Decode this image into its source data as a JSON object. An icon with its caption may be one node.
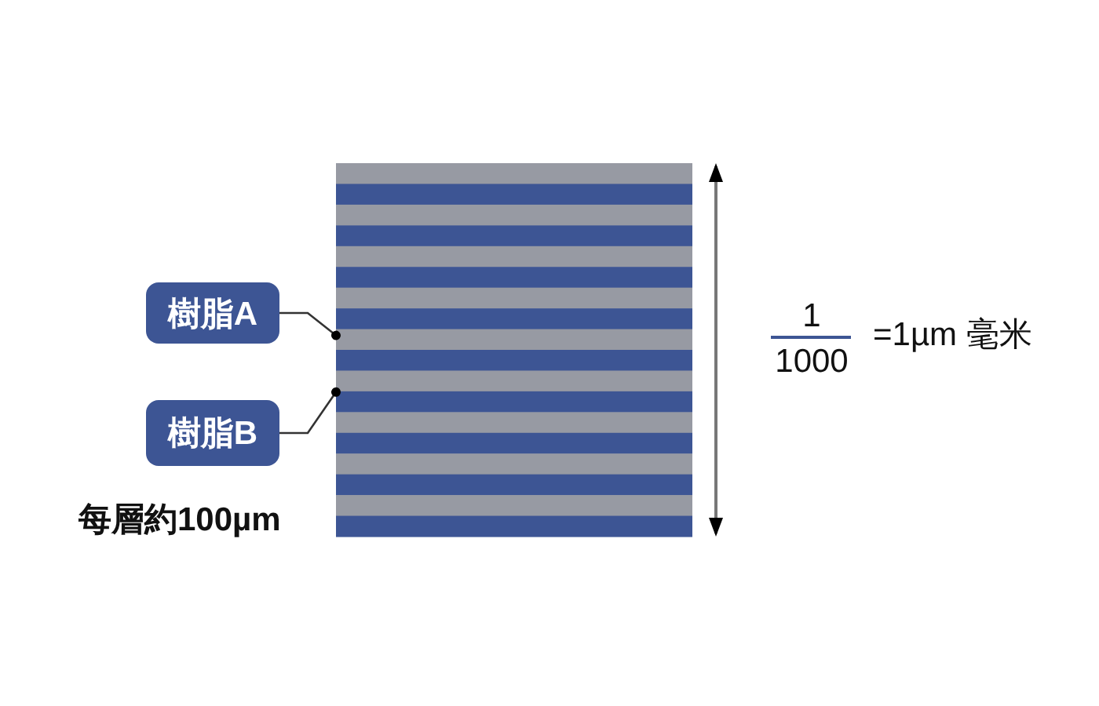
{
  "diagram": {
    "nodes": [
      {
        "text": [
          "樹脂A"
        ]
      },
      {
        "text": [
          "樹脂B"
        ]
      },
      {
        "text": [],
        "shape": "bar"
      },
      {
        "text": [],
        "shape": "bar"
      },
      {
        "text": [],
        "shape": "bar"
      },
      {
        "text": [],
        "shape": "bar"
      },
      {
        "text": [],
        "shape": "bar"
      },
      {
        "text": [],
        "shape": "bar"
      },
      {
        "text": [],
        "shape": "bar"
      },
      {
        "text": [],
        "shape": "bar"
      },
      {
        "text": [],
        "shape": "bar"
      },
      {
        "text": [],
        "shape": "bar"
      },
      {
        "text": [],
        "shape": "bar"
      },
      {
        "text": [],
        "shape": "bar"
      },
      {
        "text": [],
        "shape": "bar"
      },
      {
        "text": [],
        "shape": "bar"
      },
      {
        "text": [],
        "shape": "bar"
      },
      {
        "text": [],
        "shape": "bar"
      },
      {
        "text": [],
        "shape": "bar"
      },
      {
        "text": [],
        "shape": "bar"
      }
    ],
    "edges": [
      {
        "from": 0,
        "to": 10,
        "arrow": "other"
      },
      {
        "from": 1,
        "to": 13,
        "arrow": "other"
      }
    ],
    "labels": [
      "1",
      "1000",
      "=1µm 毫米",
      "每層約100µm"
    ]
  }
}
